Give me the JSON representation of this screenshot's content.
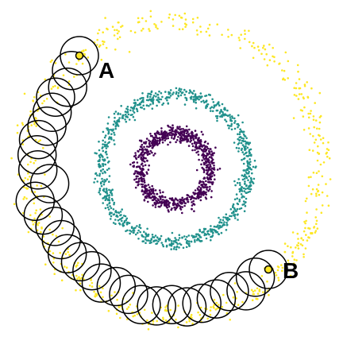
{
  "labels": {
    "start": "A",
    "end": "B"
  },
  "rings": [
    {
      "name": "inner-ring",
      "color": "#440154",
      "radius_ratio": 0.24,
      "points": 900,
      "noise_ratio": 0.025
    },
    {
      "name": "middle-ring",
      "color": "#21918c",
      "radius_ratio": 0.5,
      "points": 900,
      "noise_ratio": 0.025
    },
    {
      "name": "outer-ring",
      "color": "#fde725",
      "radius_ratio": 1.0,
      "points": 600,
      "noise_ratio": 0.045
    }
  ],
  "path": {
    "circle_count": 30,
    "circle_stroke": "#000000",
    "endpoint_fill": "#fde725",
    "endpoint_stroke": "#000000"
  }
}
